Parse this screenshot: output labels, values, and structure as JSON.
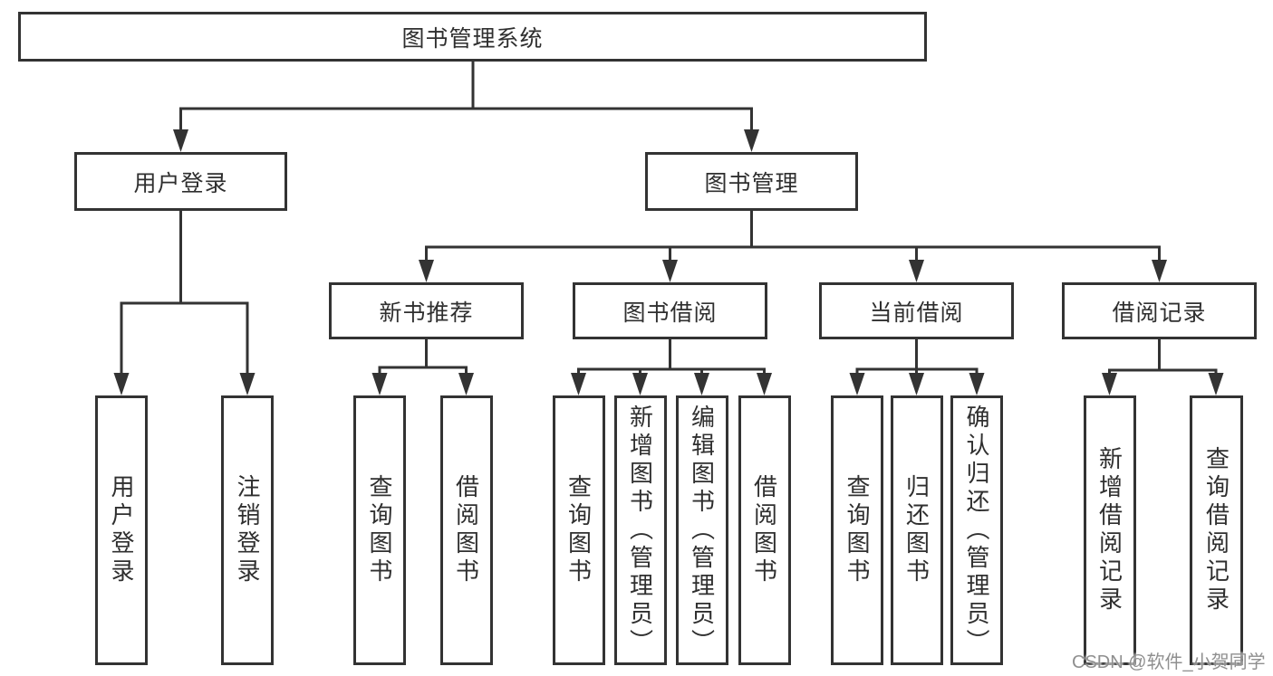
{
  "diagram": {
    "root": {
      "label": "图书管理系统"
    },
    "level2": [
      {
        "label": "用户登录"
      },
      {
        "label": "图书管理"
      }
    ],
    "level3": [
      {
        "label": "新书推荐",
        "parent": "图书管理"
      },
      {
        "label": "图书借阅",
        "parent": "图书管理"
      },
      {
        "label": "当前借阅",
        "parent": "图书管理"
      },
      {
        "label": "借阅记录",
        "parent": "图书管理"
      }
    ],
    "leaves": [
      {
        "label": "用户登录",
        "parent": "用户登录"
      },
      {
        "label": "注销登录",
        "parent": "用户登录"
      },
      {
        "label": "查询图书",
        "parent": "新书推荐"
      },
      {
        "label": "借阅图书",
        "parent": "新书推荐"
      },
      {
        "label": "查询图书",
        "parent": "图书借阅"
      },
      {
        "label": "新增图书（管理员）",
        "parent": "图书借阅"
      },
      {
        "label": "编辑图书（管理员）",
        "parent": "图书借阅"
      },
      {
        "label": "借阅图书",
        "parent": "图书借阅"
      },
      {
        "label": "查询图书",
        "parent": "当前借阅"
      },
      {
        "label": "归还图书",
        "parent": "当前借阅"
      },
      {
        "label": "确认归还（管理员）",
        "parent": "当前借阅"
      },
      {
        "label": "新增借阅记录",
        "parent": "借阅记录"
      },
      {
        "label": "查询借阅记录",
        "parent": "借阅记录"
      }
    ],
    "watermark": "CSDN @软件_小贺同学",
    "colors": {
      "line": "#333333",
      "box_border": "#333333",
      "text": "#2f2f2f",
      "background": "#ffffff",
      "watermark": "#8f8f8f"
    }
  }
}
